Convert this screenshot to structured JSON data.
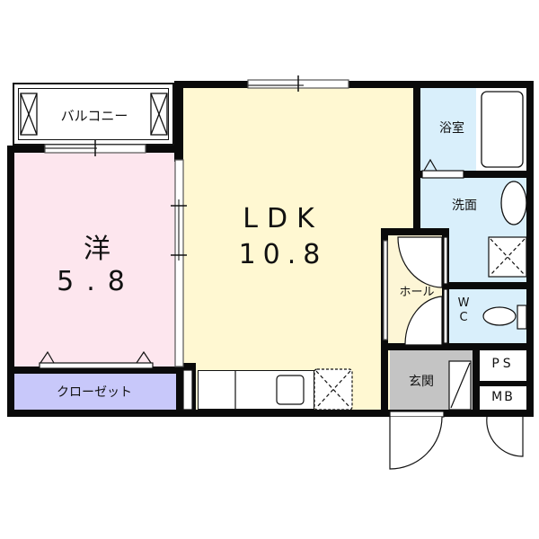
{
  "floorplan": {
    "colors": {
      "western_room": "#fde6ee",
      "ldk": "#fff8d2",
      "bath": "#d9effb",
      "closet": "#c8c8fa",
      "hall": "#fdf6d6",
      "entrance": "#c4c4c4",
      "wall": "#0a0a0a"
    },
    "rooms": {
      "balcony": {
        "label": "バルコニー"
      },
      "western": {
        "label": "洋",
        "size": "5.8"
      },
      "ldk": {
        "label": "LDK",
        "size": "10.8"
      },
      "closet": {
        "label": "クローゼット"
      },
      "bathroom": {
        "label": "浴室"
      },
      "washroom": {
        "label": "洗面"
      },
      "hall": {
        "label": "ホール"
      },
      "toilet": {
        "label_top": "W",
        "label_bottom": "C"
      },
      "entrance": {
        "label": "玄関"
      },
      "ps": {
        "label": "PS"
      },
      "mb": {
        "label": "MB"
      }
    }
  }
}
